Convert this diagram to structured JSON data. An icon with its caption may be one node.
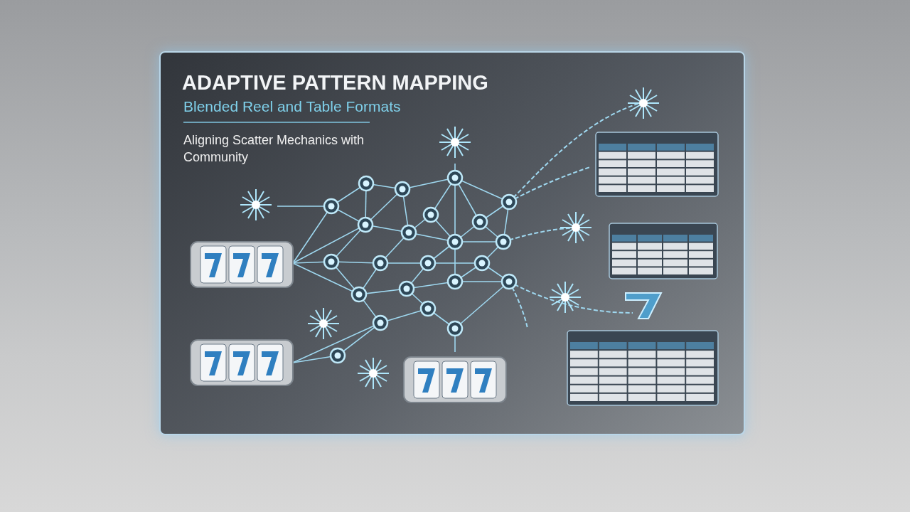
{
  "diagram": {
    "title": "ADAPTIVE PATTERN MAPPING",
    "labels": [
      "Blended Reel and Table Formats",
      "Aligning Scatter Mechanics with Community"
    ]
  }
}
